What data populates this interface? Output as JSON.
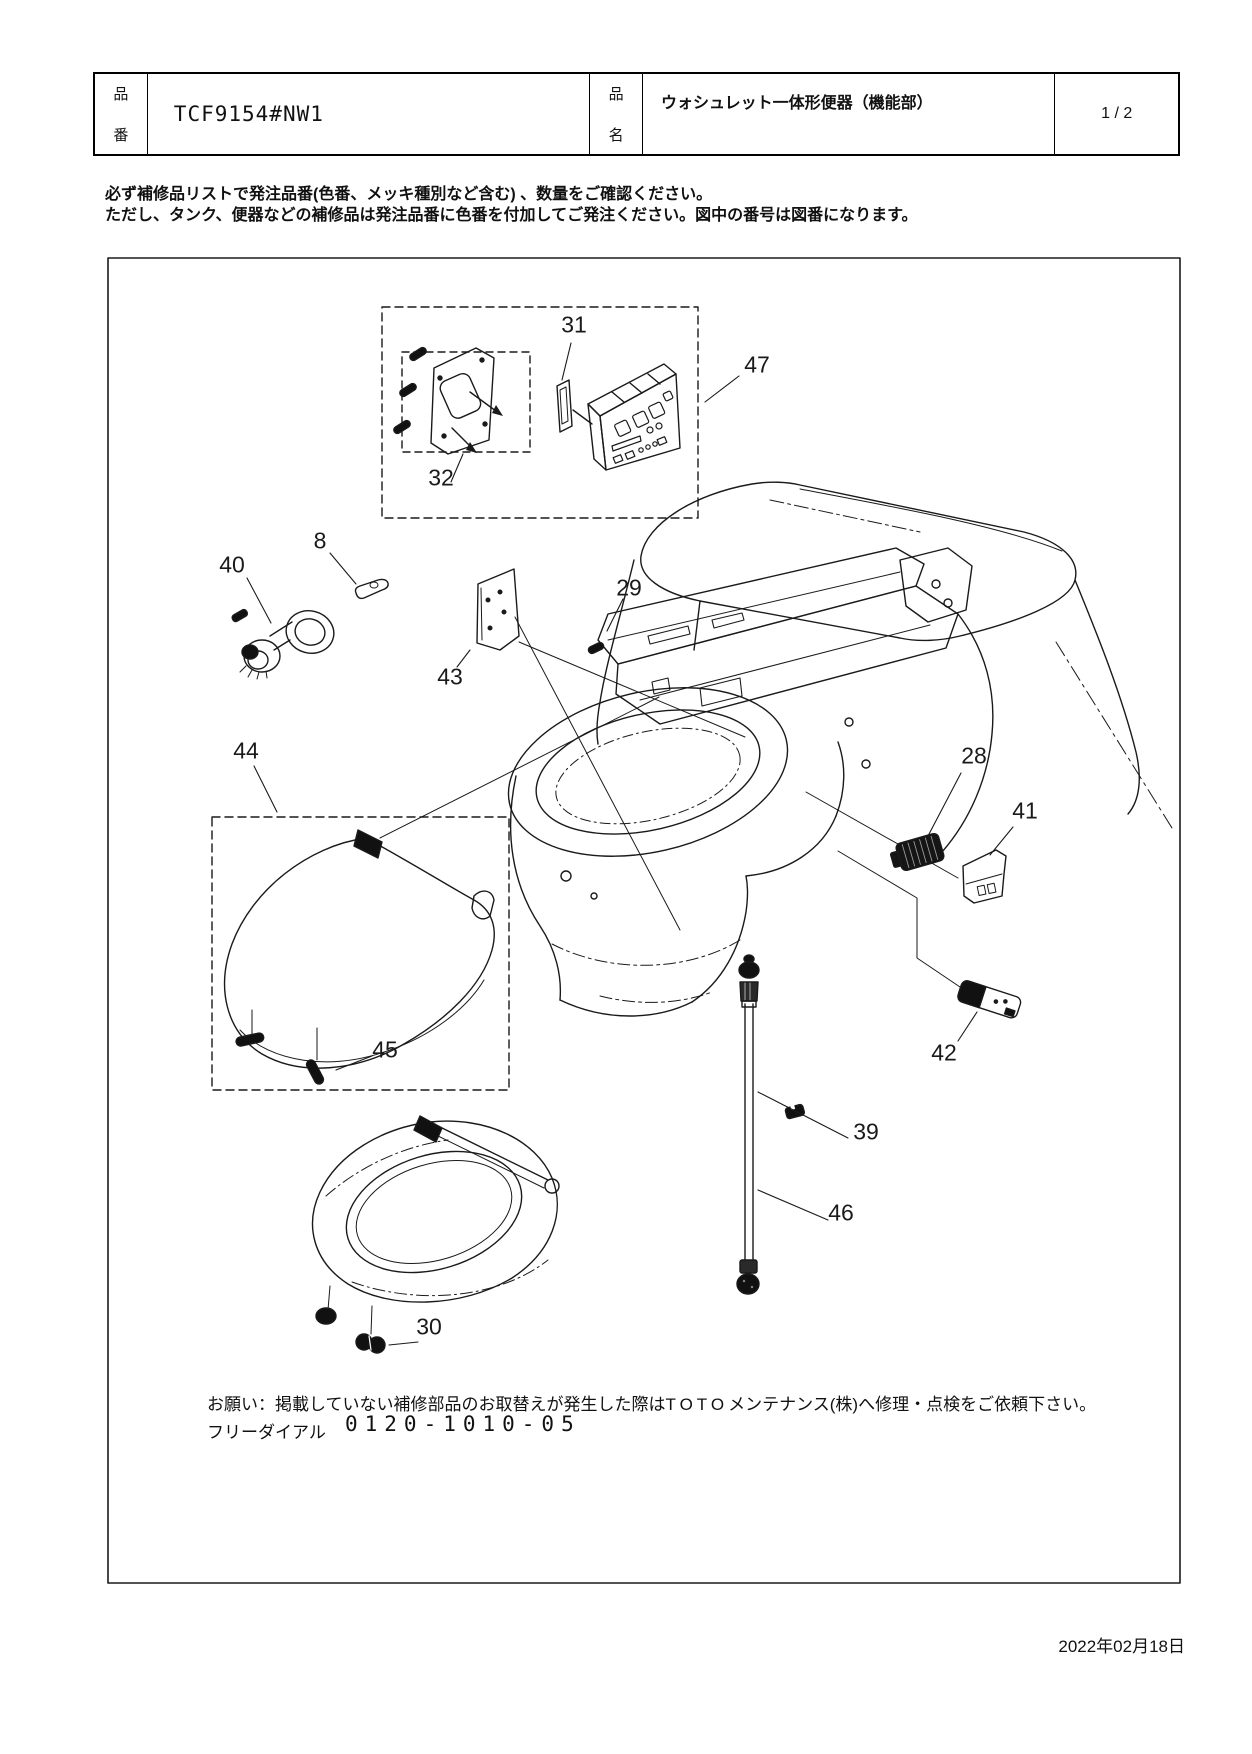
{
  "header": {
    "row_label_left": [
      "品",
      "番"
    ],
    "part_number": "TCF9154#NW1",
    "row_label_right": [
      "品",
      "名"
    ],
    "product_name": "ウォシュレット一体形便器（機能部）",
    "page_indicator": "1 / 2"
  },
  "notes": {
    "line1": "必ず補修品リストで発注品番(色番、メッキ種別など含む) 、数量をご確認ください。",
    "line2": "ただし、タンク、便器などの補修品は発注品番に色番を付加してご発注ください。図中の番号は図番になります。"
  },
  "diagram": {
    "description": "exploded parts view of washlet integrated toilet",
    "part_labels": [
      "31",
      "32",
      "47",
      "8",
      "40",
      "43",
      "29",
      "44",
      "28",
      "41",
      "42",
      "45",
      "39",
      "46",
      "30"
    ]
  },
  "footer": {
    "notice_pre": "お願い：掲載していない補修部品のお取替えが発生した際は",
    "brand": "TOTO",
    "notice_post": "メンテナンス(株)へ修理・点検をご依頼下さい。",
    "free_dial_label": "フリーダイアル",
    "free_dial_number": "0120-1010-05"
  },
  "date": "2022年02月18日"
}
